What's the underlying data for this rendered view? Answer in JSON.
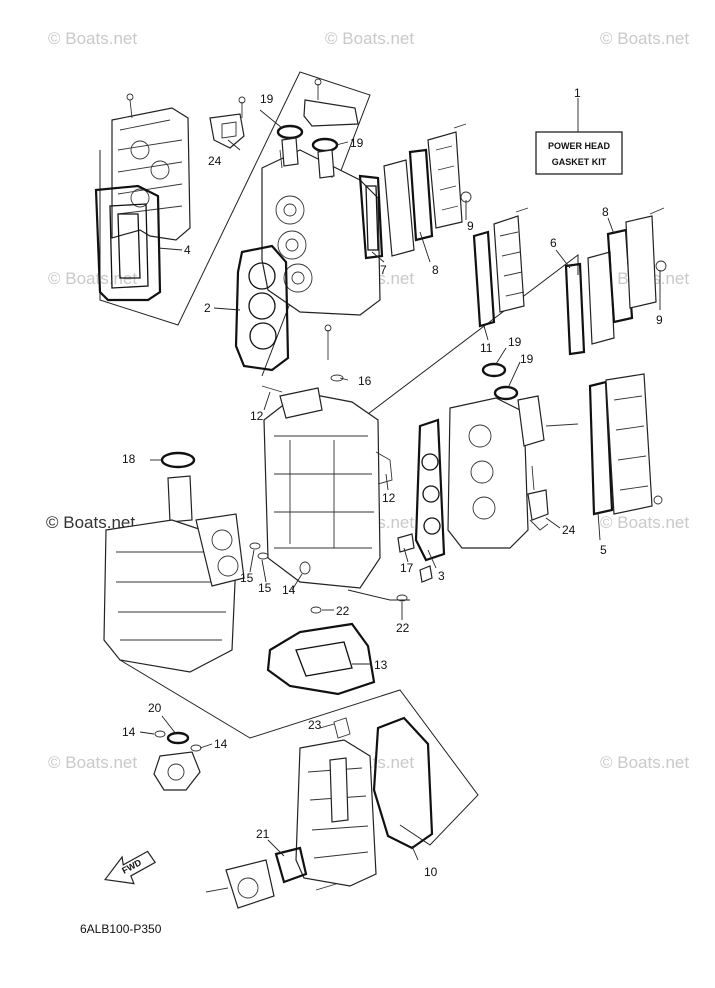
{
  "watermarks": [
    "© Boats.net",
    "© Boats.net",
    "© Boats.net",
    "© Boats.net",
    "© Boats.net",
    "© Boats.net",
    "© Boats.net",
    "© Boats.net",
    "© Boats.net",
    "© Boats.net",
    "© Boats.net",
    "© Boats.net"
  ],
  "kit_label": {
    "line1": "POWER HEAD",
    "line2": "GASKET KIT"
  },
  "diagram_code": "6ALB100-P350",
  "fwd_label": "FWD",
  "callouts": {
    "c1": "1",
    "c2": "2",
    "c3": "3",
    "c4": "4",
    "c5": "5",
    "c6": "6",
    "c7": "7",
    "c8a": "8",
    "c8b": "8",
    "c9a": "9",
    "c9b": "9",
    "c10": "10",
    "c11": "11",
    "c12a": "12",
    "c12b": "12",
    "c13": "13",
    "c14a": "14",
    "c14b": "14",
    "c14c": "14",
    "c15a": "15",
    "c15b": "15",
    "c16": "16",
    "c17": "17",
    "c18": "18",
    "c19a": "19",
    "c19b": "19",
    "c19c": "19",
    "c19d": "19",
    "c20": "20",
    "c21": "21",
    "c22a": "22",
    "c22b": "22",
    "c23": "23",
    "c24a": "24",
    "c24b": "24"
  }
}
